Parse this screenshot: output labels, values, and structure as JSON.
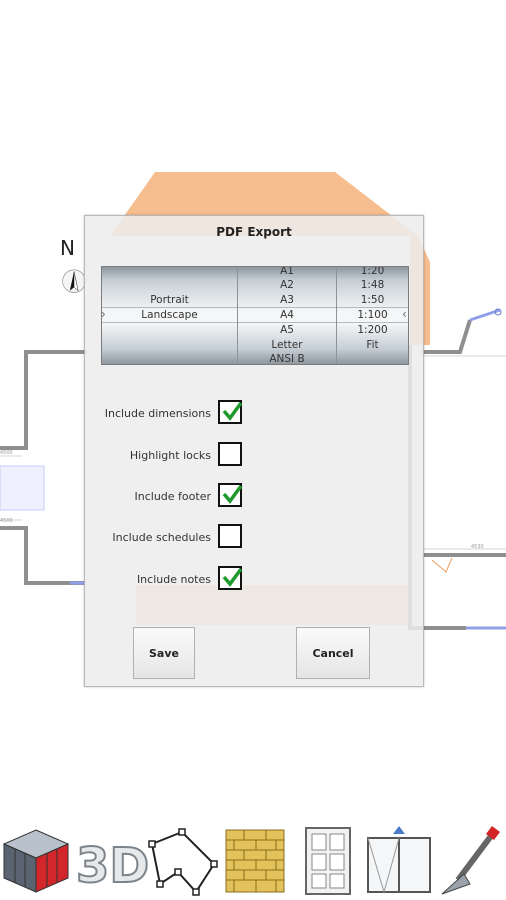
{
  "compass": {
    "label": "N"
  },
  "dialog": {
    "title": "PDF Export",
    "orientation_options": [
      "Portrait",
      "Landscape"
    ],
    "paper_sizes": [
      "A1",
      "A2",
      "A3",
      "A4",
      "A5",
      "Letter",
      "ANSI B"
    ],
    "scales": [
      "1:20",
      "1:48",
      "1:50",
      "1:100",
      "1:200",
      "Fit"
    ],
    "options": [
      {
        "label": "Include dimensions",
        "checked": true
      },
      {
        "label": "Highlight locks",
        "checked": false
      },
      {
        "label": "Include footer",
        "checked": true
      },
      {
        "label": "Include schedules",
        "checked": false
      },
      {
        "label": "Include notes",
        "checked": true
      }
    ],
    "save_label": "Save",
    "cancel_label": "Cancel"
  },
  "toolbar": {
    "tools": [
      "cube-icon",
      "3d-icon",
      "polygon-tool-icon",
      "wall-icon",
      "door-icon",
      "window-icon",
      "trowel-edit-icon"
    ],
    "three_d_label": "3D"
  },
  "colors": {
    "check": "#1e9a2e",
    "floor_orange": "#f4b27a",
    "wall_gray": "#8f8f8f"
  }
}
